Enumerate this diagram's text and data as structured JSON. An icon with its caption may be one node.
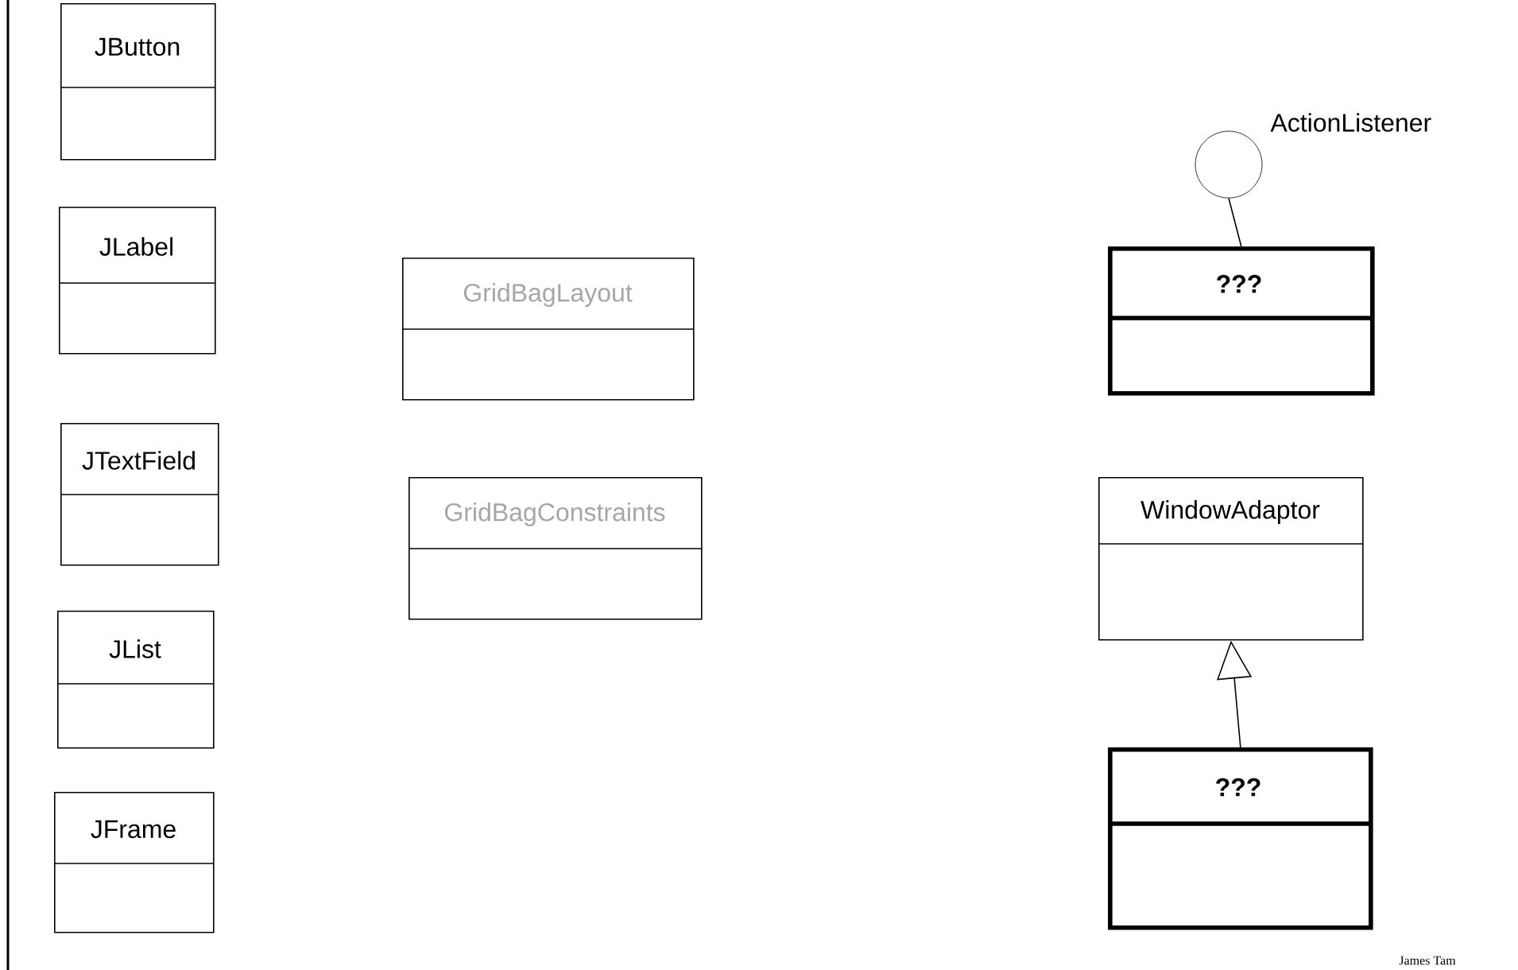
{
  "diagram": {
    "nodes": [
      {
        "text": [
          "JButton"
        ]
      },
      {
        "text": [
          "JLabel"
        ]
      },
      {
        "text": [
          "JTextField"
        ]
      },
      {
        "text": [
          "JList"
        ]
      },
      {
        "text": [
          "JFrame"
        ]
      },
      {
        "text": [
          "GridBagLayout"
        ]
      },
      {
        "text": [
          "GridBagConstraints"
        ]
      },
      {
        "text": [],
        "shape": "circle",
        "beside": [
          "ActionListener"
        ]
      },
      {
        "text": [
          "???"
        ]
      },
      {
        "text": [
          "WindowAdaptor"
        ]
      },
      {
        "text": [
          "???"
        ]
      }
    ],
    "edges": [
      {
        "from": 7,
        "to": 8,
        "arrow": "none"
      },
      {
        "from": 10,
        "to": 9,
        "arrow": "to"
      }
    ],
    "labels": [
      "James Tam"
    ]
  }
}
